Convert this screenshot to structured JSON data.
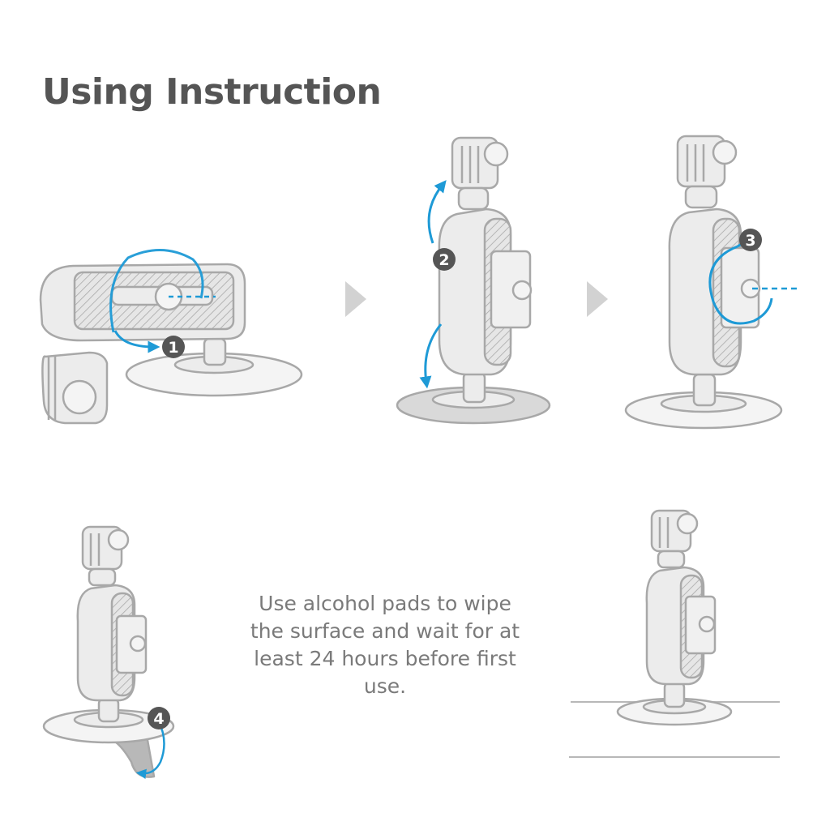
{
  "title": "Using Instruction",
  "steps": [
    {
      "number": "1",
      "action": "rotate-clamp"
    },
    {
      "number": "2",
      "action": "adjust-ball-joints"
    },
    {
      "number": "3",
      "action": "tighten-knob"
    },
    {
      "number": "4",
      "action": "peel-adhesive-film"
    }
  ],
  "note": "Use alcohol pads to wipe the surface and wait for at least 24 hours before first use.",
  "colors": {
    "title": "#555555",
    "note": "#7a7a7a",
    "line_art": "#a8a8a8",
    "body_fill": "#ececec",
    "accent_arrow": "#1e9ad6",
    "badge": "#555555",
    "chevron": "#d2d2d2"
  },
  "icons": [
    "curved-arrow-icon",
    "chevron-right-icon",
    "step-badge-icon"
  ]
}
